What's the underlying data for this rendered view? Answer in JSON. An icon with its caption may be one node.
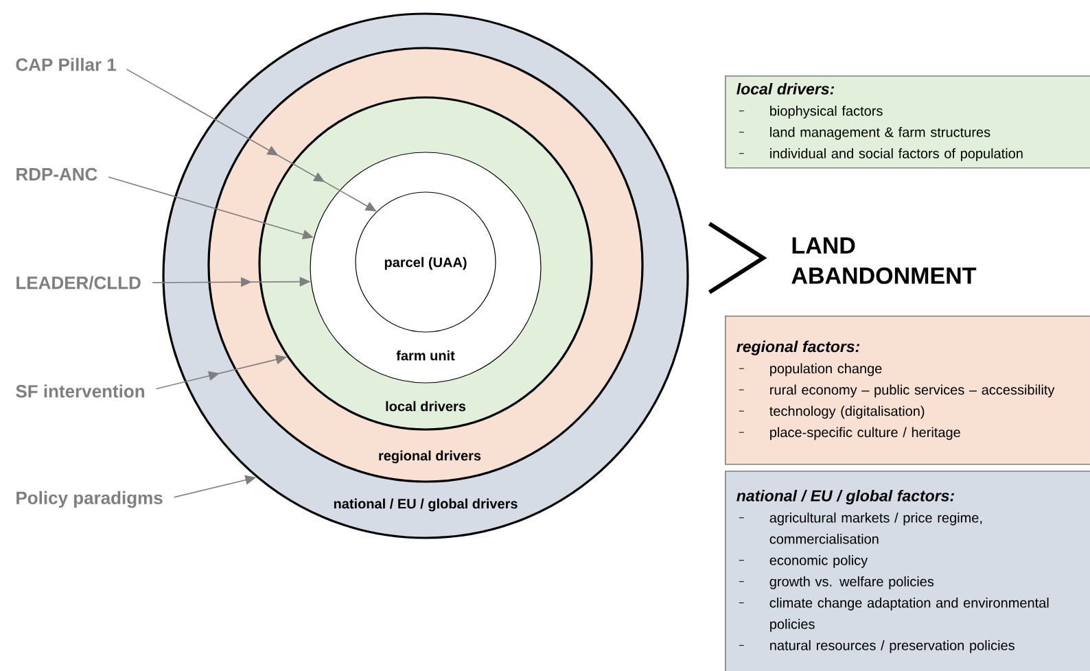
{
  "diagram": {
    "nodes": [
      {
        "text": [
          "national / EU / global drivers"
        ]
      },
      {
        "text": [
          "regional drivers"
        ],
        "in": 0
      },
      {
        "text": [
          "local drivers"
        ],
        "in": 1
      },
      {
        "text": [
          "farm unit"
        ],
        "in": 2
      },
      {
        "text": [
          "parcel (UAA)"
        ],
        "in": 3
      },
      {
        "text": [
          "CAP Pillar 1"
        ]
      },
      {
        "text": [
          "RDP-ANC"
        ]
      },
      {
        "text": [
          "LEADER/CLLD"
        ]
      },
      {
        "text": [
          "SF intervention"
        ]
      },
      {
        "text": [
          "Policy paradigms"
        ]
      },
      {
        "text": [
          "local drivers:",
          "biophysical factors",
          "land management & farm structures",
          "individual and social factors of population"
        ]
      },
      {
        "text": [
          "regional factors:",
          "population change",
          "rural economy – public services – accessibility",
          "technology (digitalisation)",
          "place-specific culture / heritage"
        ]
      },
      {
        "text": [
          "national / EU / global factors:",
          "agricultural markets / price regime, commercialisation",
          "economic policy",
          "growth vs. welfare policies",
          "climate change adaptation and environmental policies",
          "natural resources / preservation policies"
        ]
      },
      {
        "text": [
          "LAND ABANDONMENT"
        ]
      }
    ],
    "edges": [
      {
        "from": 5,
        "to": 4,
        "arrow": "to"
      },
      {
        "from": 6,
        "to": 3,
        "arrow": "to"
      },
      {
        "from": 7,
        "to": 3,
        "arrow": "to"
      },
      {
        "from": 8,
        "to": 2,
        "arrow": "to"
      },
      {
        "from": 9,
        "to": 0,
        "arrow": "to"
      },
      {
        "from": 0,
        "to": 13,
        "arrow": "to",
        "style": "thick",
        "color": "#000000"
      }
    ]
  }
}
